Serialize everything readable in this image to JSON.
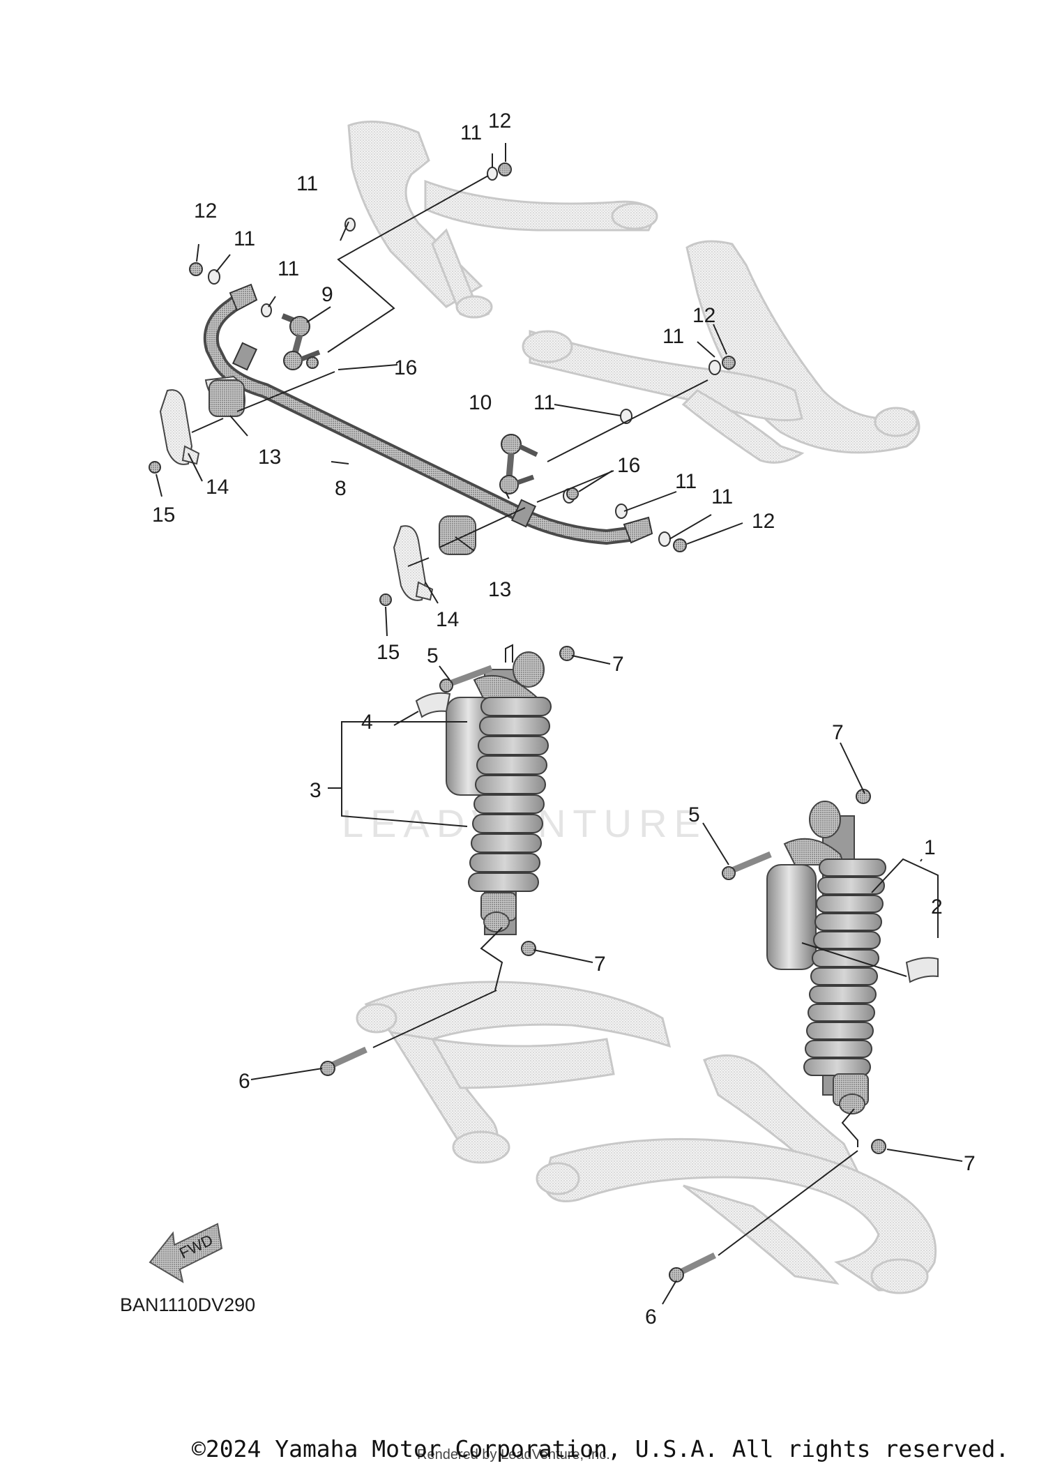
{
  "diagram": {
    "code": "BAN1110DV290",
    "fwd_label": "FWD",
    "watermark": "LEADVENTURE",
    "callouts": {
      "c1": "1",
      "c2": "2",
      "c3": "3",
      "c4": "4",
      "c5a": "5",
      "c5b": "5",
      "c6a": "6",
      "c6b": "6",
      "c7a": "7",
      "c7b": "7",
      "c7c": "7",
      "c7d": "7",
      "c8": "8",
      "c9": "9",
      "c10": "10",
      "c11a": "11",
      "c11b": "11",
      "c11c": "11",
      "c11d": "11",
      "c11e": "11",
      "c11f": "11",
      "c11g": "11",
      "c11h": "11",
      "c12a": "12",
      "c12b": "12",
      "c12c": "12",
      "c12d": "12",
      "c13a": "13",
      "c13b": "13",
      "c14a": "14",
      "c14b": "14",
      "c15a": "15",
      "c15b": "15",
      "c16a": "16",
      "c16b": "16"
    }
  },
  "footer": {
    "copyright": "©2024 Yamaha Motor Corporation, U.S.A. All rights reserved.",
    "rendered_by": "Rendered by LeadVenture, Inc."
  },
  "colors": {
    "ghost_part": "#d4d4d4",
    "part_dark": "#555555",
    "part_fill": "#bdbdbd"
  }
}
